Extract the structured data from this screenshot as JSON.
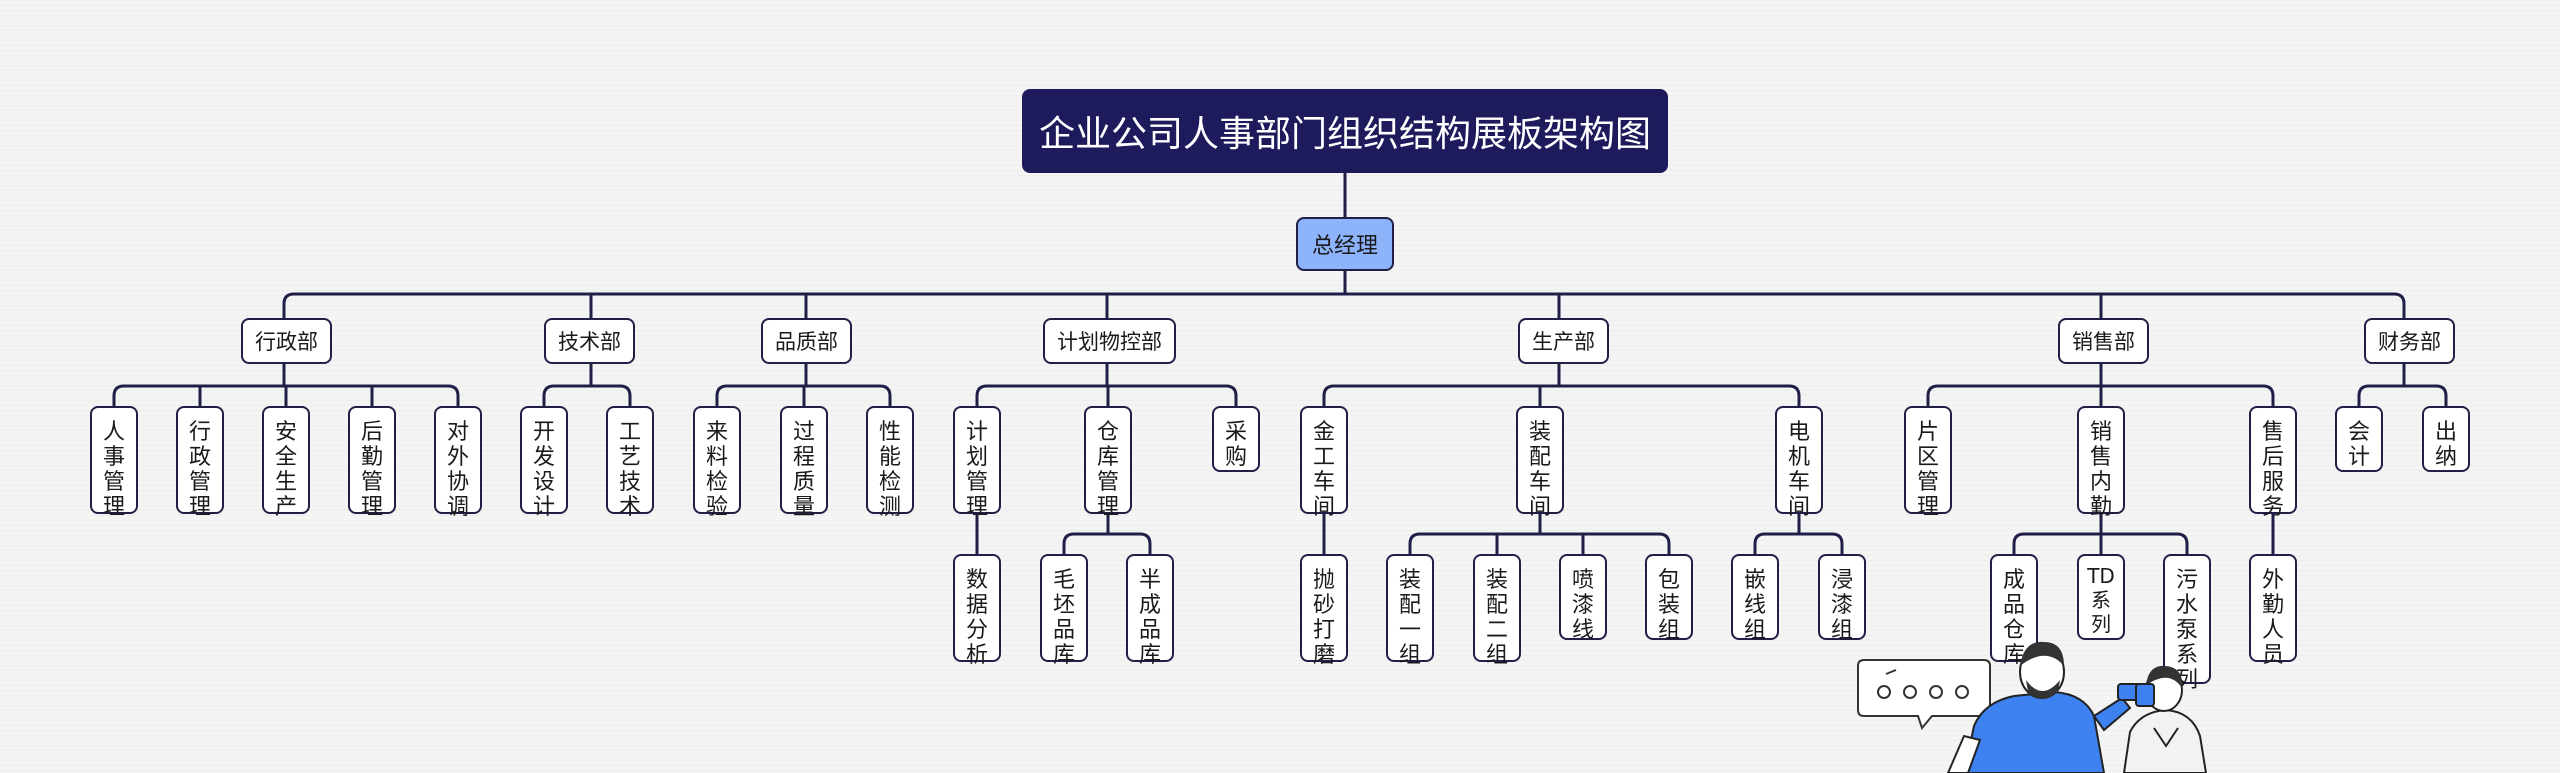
{
  "title": "企业公司人事部门组织结构展板架构图",
  "root": "总经理",
  "departments": [
    {
      "label": "行政部",
      "children": [
        "人事管理",
        "行政管理",
        "安全生产",
        "后勤管理",
        "对外协调"
      ]
    },
    {
      "label": "技术部",
      "children": [
        "开发设计",
        "工艺技术"
      ]
    },
    {
      "label": "品质部",
      "children": [
        "来料检验",
        "过程质量",
        "性能检测"
      ]
    },
    {
      "label": "计划物控部",
      "children": [
        "计划管理",
        "仓库管理",
        "采购"
      ],
      "grandchildren": {
        "计划管理": [
          "数据分析"
        ],
        "仓库管理": [
          "毛坯品库",
          "半成品库"
        ]
      }
    },
    {
      "label": "生产部",
      "children": [
        "金工车间",
        "装配车间",
        "电机车间"
      ],
      "grandchildren": {
        "金工车间": [
          "抛砂打磨"
        ],
        "装配车间": [
          "装配一组",
          "装配二组",
          "喷漆线",
          "包装组"
        ],
        "电机车间": [
          "嵌线组",
          "浸漆组"
        ]
      }
    },
    {
      "label": "销售部",
      "children": [
        "片区管理",
        "销售内勤",
        "售后服务"
      ],
      "grandchildren": {
        "销售内勤": [
          "成品仓库",
          "TD系列",
          "污水泵系列"
        ],
        "售后服务": [
          "外勤人员"
        ]
      }
    },
    {
      "label": "财务部",
      "children": [
        "会计",
        "出纳"
      ]
    }
  ]
}
